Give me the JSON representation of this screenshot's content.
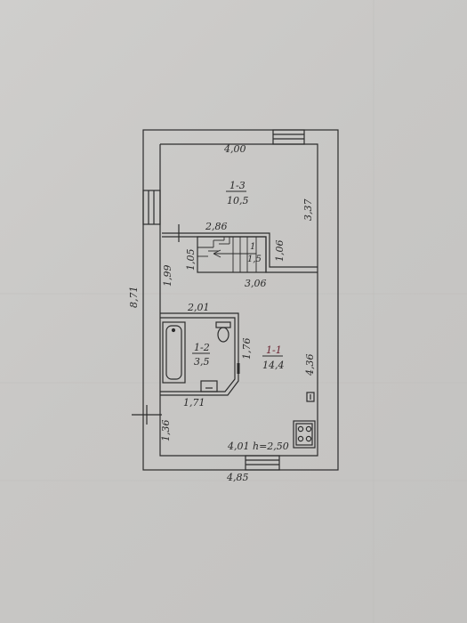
{
  "plan": {
    "dimensions": {
      "top_width": "4,00",
      "right_upper": "3,37",
      "left_total": "8,71",
      "stair_top": "2,86",
      "stair_left": "1,05",
      "stair_right": "1,06",
      "left_mid": "1,99",
      "partition": "3,06",
      "bath_top": "2,01",
      "bath_right": "1,76",
      "bath_bottom": "1,71",
      "right_lower": "4,36",
      "left_bottom": "1,36",
      "inner_bottom": "4,01",
      "height": "h=2,50",
      "outer_bottom": "4,85"
    },
    "rooms": [
      {
        "id": "1-3",
        "area": "10,5"
      },
      {
        "id": "1-2",
        "area": "3,5"
      },
      {
        "id": "1-1",
        "area": "14,4"
      },
      {
        "id": "1",
        "area": "1,5"
      }
    ]
  }
}
